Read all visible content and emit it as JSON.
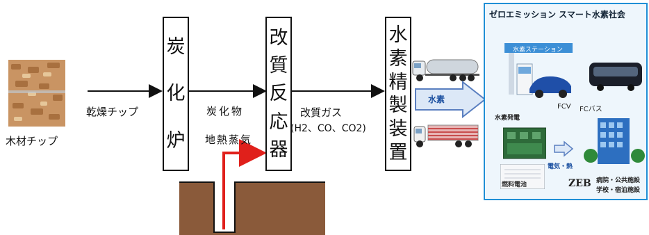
{
  "wood_chip_label": "木材チップ",
  "dry_chip_label": "乾燥チップ",
  "carbonizer": [
    "炭",
    "化",
    "炉"
  ],
  "char_label": "炭化物",
  "geo_steam_label": "地熱蒸気",
  "reformer": [
    "改",
    "質",
    "反",
    "応",
    "器"
  ],
  "reformed_gas_label": "改質ガス",
  "reformed_gas_components": "(H2、CO、CO2)",
  "purifier": [
    "水",
    "素",
    "精",
    "製",
    "装",
    "置"
  ],
  "hydrogen_arrow_label": "水素",
  "panel": {
    "title": "ゼロエミッション スマート水素社会",
    "station_sign": "水素ステーション",
    "fcv": "FCV",
    "fc_bus": "FCバス",
    "h2_power_gen": "水素発電",
    "fuel_cell": "燃料電池",
    "elec_heat": "電気・熱",
    "zeb": "ZEB",
    "facilities_1": "病院・公共施設",
    "facilities_2": "学校・宿泊施設"
  },
  "colors": {
    "panel_border": "#1f8fd6",
    "h2_arrow_fill": "#dce8f7",
    "h2_arrow_stroke": "#5a7fc0",
    "steam_arrow": "#e0201b",
    "ground": "#8a5a3a"
  }
}
